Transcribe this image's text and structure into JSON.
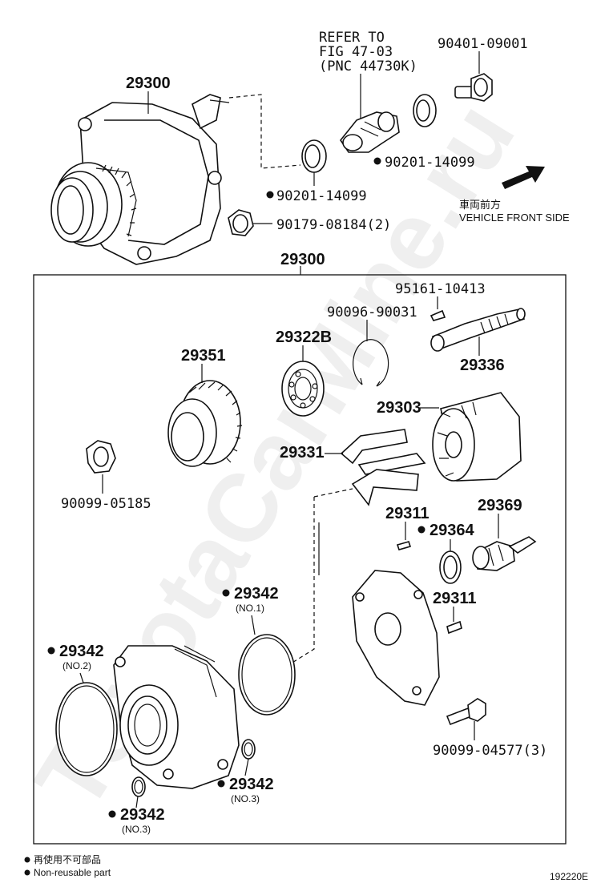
{
  "refer": {
    "line1": "REFER TO",
    "line2": "FIG 47-03",
    "line3": "(PNC 44730K)"
  },
  "labels": {
    "assembly_top": "29300",
    "assembly_box": "29300",
    "bolt_top": "90401-09001",
    "gasket_right": "90201-14099",
    "gasket_left": "90201-14099",
    "nut_small": "90179-08184(2)",
    "key": "95161-10413",
    "snap_ring": "90096-90031",
    "shaft": "29336",
    "bearing": "29322B",
    "gear": "29351",
    "rotor": "29303",
    "vane": "29331",
    "nut": "90099-05185",
    "pin_upper": "29311",
    "oring_small": "29364",
    "valve": "29369",
    "pin_lower": "29311",
    "oring_no1": "29342",
    "oring_no1_note": "(NO.1)",
    "oring_no2": "29342",
    "oring_no2_note": "(NO.2)",
    "oring_no3a": "29342",
    "oring_no3a_note": "(NO.3)",
    "oring_no3b": "29342",
    "oring_no3b_note": "(NO.3)",
    "bolt_bottom": "90099-04577(3)"
  },
  "direction": {
    "jp": "車両前方",
    "en": "VEHICLE FRONT SIDE"
  },
  "legend": {
    "jp": "再使用不可部品",
    "en": "Non-reusable part"
  },
  "figure_code": "192220E",
  "watermark": "ToyotaCarMine.ru"
}
